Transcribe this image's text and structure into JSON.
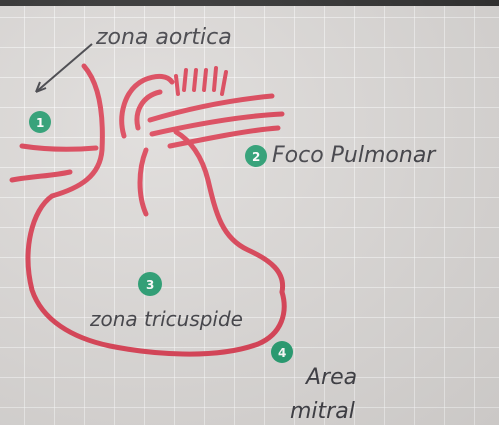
{
  "colors": {
    "heart_red": "#d93a4f",
    "marker_green": "#1f9a6c",
    "ink": "#3a3a40",
    "paper": "#dcd9d7"
  },
  "labels": {
    "aortic": "zona aortica",
    "pulmonary": "Foco Pulmonar",
    "tricuspid": "zona tricuspide",
    "mitral_line1": "Area",
    "mitral_line2": "mitral"
  },
  "markers": {
    "m1": "1",
    "m2": "2",
    "m3": "3",
    "m4": "4"
  }
}
